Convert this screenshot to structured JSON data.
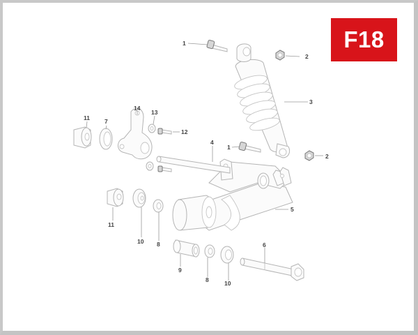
{
  "figure": {
    "code": "F18",
    "badge_color": "#d8141a",
    "type": "exploded parts diagram - rear suspension / swingarm"
  },
  "callouts": [
    {
      "id": "c1a",
      "number": "1",
      "part": "shock upper bolt"
    },
    {
      "id": "c2a",
      "number": "2",
      "part": "upper nut"
    },
    {
      "id": "c3",
      "number": "3",
      "part": "shock absorber"
    },
    {
      "id": "c1b",
      "number": "1",
      "part": "shock lower bolt"
    },
    {
      "id": "c2b",
      "number": "2",
      "part": "lower nut"
    },
    {
      "id": "c4",
      "number": "4",
      "part": "swingarm pivot shaft"
    },
    {
      "id": "c5",
      "number": "5",
      "part": "swingarm"
    },
    {
      "id": "c6",
      "number": "6",
      "part": "pivot bolt"
    },
    {
      "id": "c7",
      "number": "7",
      "part": "washer"
    },
    {
      "id": "c8a",
      "number": "8",
      "part": "washer"
    },
    {
      "id": "c8b",
      "number": "8",
      "part": "washer"
    },
    {
      "id": "c9",
      "number": "9",
      "part": "spacer bushing"
    },
    {
      "id": "c10a",
      "number": "10",
      "part": "bushing"
    },
    {
      "id": "c10b",
      "number": "10",
      "part": "bushing"
    },
    {
      "id": "c11a",
      "number": "11",
      "part": "cap"
    },
    {
      "id": "c11b",
      "number": "11",
      "part": "cap"
    },
    {
      "id": "c12",
      "number": "12",
      "part": "screw"
    },
    {
      "id": "c13",
      "number": "13",
      "part": "washer"
    },
    {
      "id": "c14",
      "number": "14",
      "part": "bracket"
    }
  ]
}
